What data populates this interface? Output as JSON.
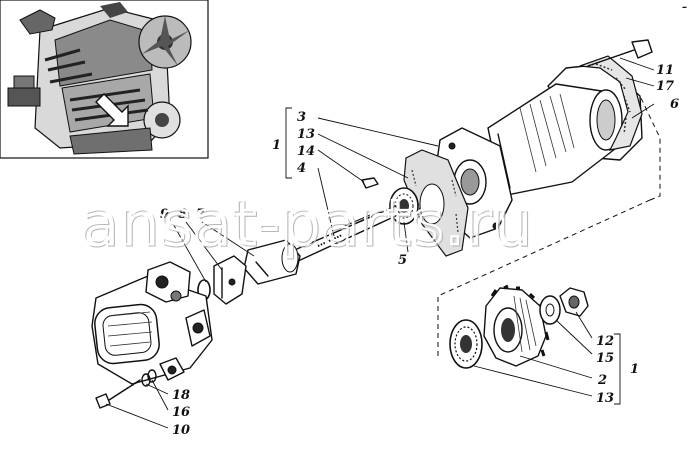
{
  "callouts": {
    "left_group": {
      "bracket": "1",
      "items": [
        "3",
        "13",
        "14",
        "4"
      ]
    },
    "top_right": [
      "11",
      "17",
      "6"
    ],
    "center": [
      "9",
      "8",
      "7",
      "5"
    ],
    "bottom_left": [
      "18",
      "16",
      "10"
    ],
    "bottom_right": {
      "bracket": "1",
      "items": [
        "12",
        "15",
        "2",
        "13"
      ]
    }
  },
  "watermark": "ansat-parts.ru",
  "corner_mark": "–",
  "colors": {
    "ink": "#111111",
    "paper": "#ffffff"
  }
}
